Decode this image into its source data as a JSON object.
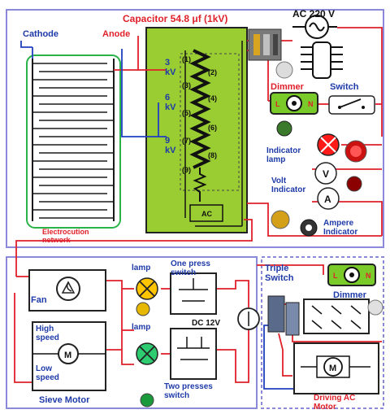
{
  "labels": {
    "capacitor": "Capacitor 54.8 μf (1kV)",
    "ac_supply": "AC 220 V",
    "cathode": "Cathode",
    "anode": "Anode",
    "electrocution_network": "Electrocution network",
    "kv3": "3 kV",
    "kv6": "6 kV",
    "kv9": "9 kV",
    "ac": "AC",
    "dimmer": "Dimmer",
    "switch": "Switch",
    "indicator_lamp": "Indicator lamp",
    "volt_indicator": "Volt Indicator",
    "ampere_indicator": "Ampere Indicator",
    "v": "V",
    "a": "A",
    "fan": "Fan",
    "lamp1": "lamp",
    "lamp2": "lamp",
    "one_press_switch": "One press switch",
    "dc12v": "DC 12V",
    "high_speed": "High speed",
    "low_speed": "Low speed",
    "m": "M",
    "sieve_motor": "Sieve Motor",
    "two_presses_switch": "Two presses switch",
    "triple_switch": "Triple Switch",
    "dimmer2": "Dimmer",
    "driving_ac_motor": "Driving AC Motor",
    "m2": "M"
  },
  "taps": [
    "(1)",
    "(2)",
    "(3)",
    "(4)",
    "(5)",
    "(6)",
    "(7)",
    "(8)",
    "(9)"
  ],
  "colors": {
    "panel_border": "#8a8ad8",
    "board": "#9acd32",
    "red_wire": "#e0202a",
    "blue_wire": "#2040c0",
    "label_red": "#e0202a",
    "label_blue": "#1e3aa8"
  }
}
